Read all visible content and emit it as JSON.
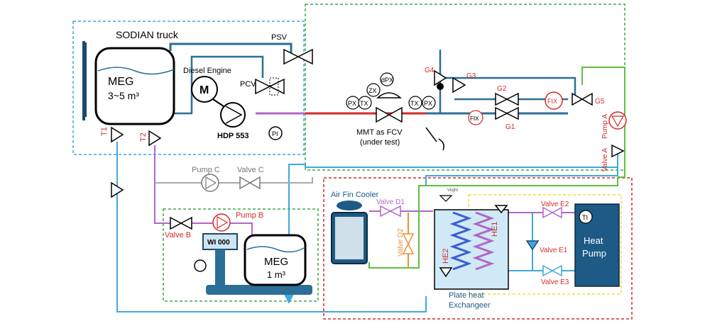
{
  "labels": {
    "truck_title": "SODIAN truck",
    "meg_big_name": "MEG",
    "meg_big_volume": "3~5 m³",
    "diesel_engine": "Diesel Engine",
    "motor": "M",
    "hdp": "HDP 553",
    "psv": "PSV",
    "pcv": "PCV",
    "pi": "PI",
    "t1": "T1",
    "t2": "T2",
    "px1": "PX",
    "tx1": "TX",
    "zx": "ZX",
    "dpx": "dPX",
    "tx2": "TX",
    "px2": "PX",
    "mmt_line1": "MMT as FCV",
    "mmt_line2": "(under test)",
    "g1": "G1",
    "g2": "G2",
    "g3": "G3",
    "g4": "G4",
    "g5": "G5",
    "fix1": "FIX",
    "fix2": "FIX",
    "pump_a": "Pump A",
    "valve_a": "Valve A",
    "pump_c": "Pump C",
    "valve_c": "Valve C",
    "valve_b": "Valve B",
    "pump_b": "Pump B",
    "wi": "WI 000",
    "meg_small_name": "MEG",
    "meg_small_volume": "1 m³",
    "air_fin": "Air Fin Cooler",
    "valve_d1": "Valve D1",
    "valve_d2": "Valve D2",
    "he1": "HE1",
    "he2": "HE2",
    "phe_line1": "Plate heat",
    "phe_line2": "Exchangeer",
    "valve_e1": "Valve E1",
    "valve_e2": "Valve E2",
    "valve_e3": "Valve E3",
    "ti": "TI",
    "heat_pump_line1": "Heat",
    "heat_pump_line2": "Pump",
    "tiny_label": "Vlight"
  },
  "colors": {
    "water_blue": "#3fa9dc",
    "dark_blue": "#2b6f96",
    "purple": "#b266c8",
    "red": "#d42a2a",
    "green": "#5fbf3f",
    "orange": "#e8923a",
    "gray": "#a8a8a8",
    "navy": "#1a4a6e",
    "heat_pump": "#1d5a85",
    "red_label": "#d42a2a"
  }
}
